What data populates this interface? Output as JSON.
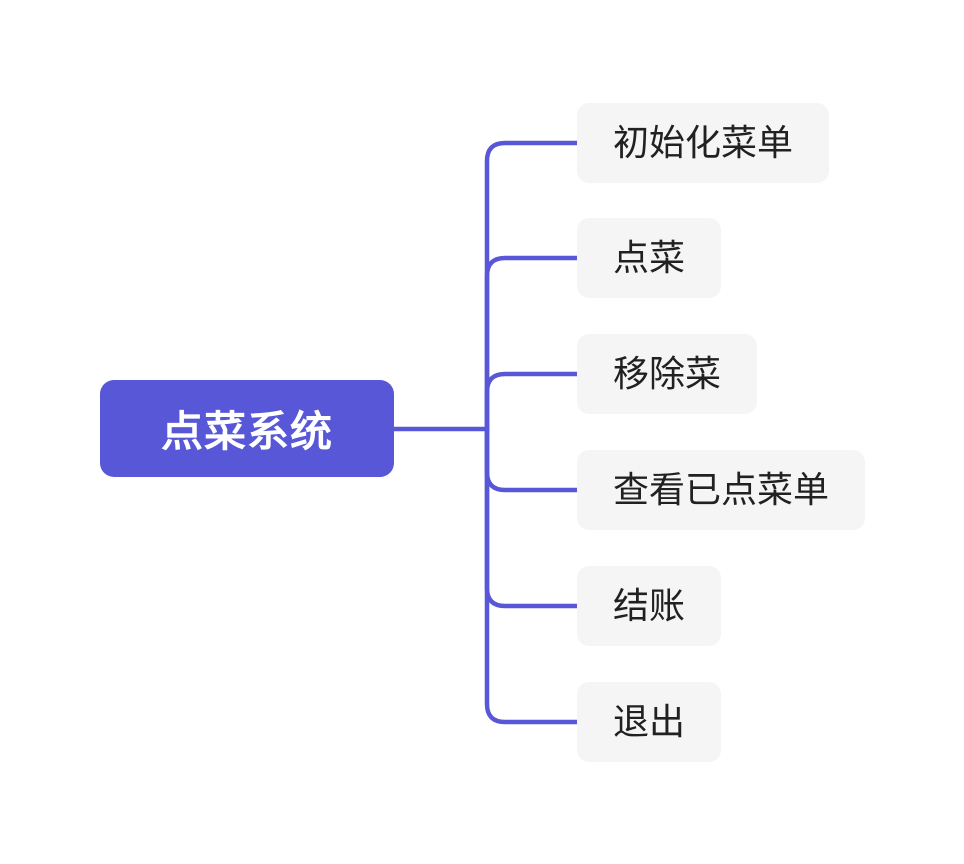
{
  "diagram": {
    "type": "mindmap",
    "root": {
      "label": "点菜系统"
    },
    "children": [
      {
        "label": "初始化菜单"
      },
      {
        "label": "点菜"
      },
      {
        "label": "移除菜"
      },
      {
        "label": "查看已点菜单"
      },
      {
        "label": "结账"
      },
      {
        "label": "退出"
      }
    ],
    "colors": {
      "root_fill": "#5757d8",
      "root_text": "#ffffff",
      "connector": "#5757d8",
      "child_fill": "#f5f5f5",
      "child_text": "#212121",
      "background": "#ffffff"
    }
  }
}
